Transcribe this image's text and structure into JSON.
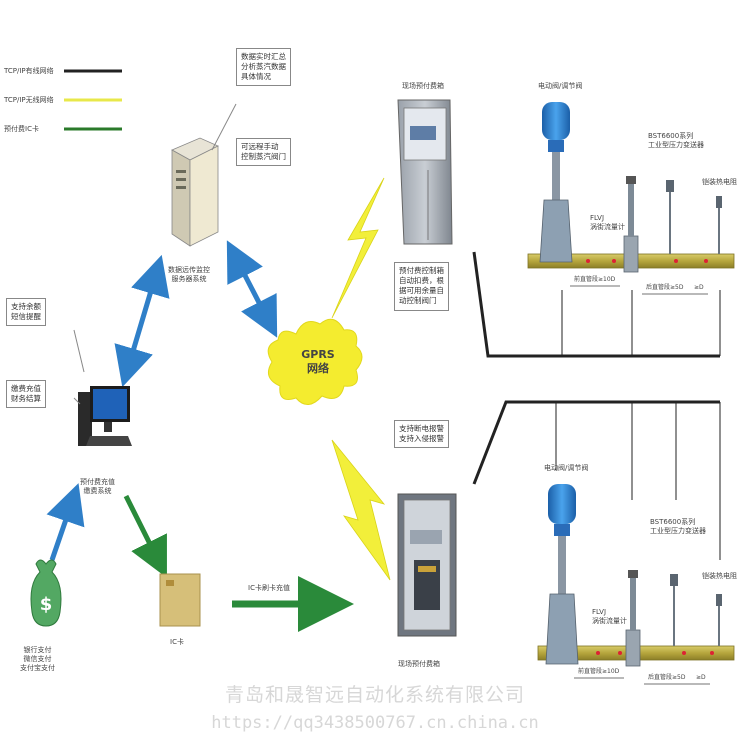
{
  "legend": [
    {
      "label": "TCP/IP有线网络",
      "color": "#222222"
    },
    {
      "label": "TCP/IP无线网络",
      "color": "#e8e84a"
    },
    {
      "label": "预付费IC卡",
      "color": "#2a7a2a"
    }
  ],
  "server": {
    "label_lines": [
      "数据远传监控",
      "服务器系统"
    ],
    "note1_lines": [
      "数据实时汇总",
      "分析蒸汽数据",
      "具体情况"
    ],
    "note2_lines": [
      "可远程手动",
      "控制蒸汽阀门"
    ]
  },
  "computer": {
    "label_lines": [
      "预付费充值",
      "缴费系统"
    ],
    "note1_lines": [
      "支持余额",
      "短信提醒"
    ],
    "note2_lines": [
      "缴费充值",
      "财务结算"
    ]
  },
  "money": {
    "label_lines": [
      "银行支付",
      "微信支付",
      "支付宝支付"
    ]
  },
  "card": {
    "label": "IC卡",
    "arrow_label": "IC卡刷卡充值"
  },
  "gprs": {
    "lines": [
      "GPRS",
      "网络"
    ]
  },
  "cabinet_top": {
    "label": "现场预付费箱"
  },
  "cabinet_bottom": {
    "label": "现场预付费箱"
  },
  "note_cabinet_top_lines": [
    "预付费控制箱",
    "自动扣费，根",
    "据可用余量自",
    "动控制阀门"
  ],
  "note_cabinet_bottom_lines": [
    "支持断电报警",
    "支持入侵报警"
  ],
  "pipeline_top": {
    "valve_label": "电动阀/调节阀",
    "flowmeter_label": "FLVJ\n涡街流量计",
    "pressure_label": "BST6600系列\n工业型压力变送器",
    "temp_label": "铠装热电阻",
    "dim1": "前直管段≥10D",
    "dim2": "后直管段≥5D",
    "dim3": "≥D"
  },
  "pipeline_bottom": {
    "valve_label": "电动阀/调节阀",
    "flowmeter_label": "FLVJ\n涡街流量计",
    "pressure_label": "BST6600系列\n工业型压力变送器",
    "temp_label": "铠装热电阻",
    "dim1": "前直管段≥10D",
    "dim2": "后直管段≥5D",
    "dim3": "≥D"
  },
  "watermark": {
    "company": "青岛和晟智远自动化系统有限公司",
    "url": "https://qq3438500767.cn.china.cn"
  },
  "colors": {
    "arrow_blue": "#2f7fc8",
    "arrow_green": "#2a8a3a",
    "lightning": "#f2ef3a",
    "gprs_cloud": "#f4ec2f",
    "pipe": "#b9a94a",
    "valve_blue": "#2f86d6"
  }
}
